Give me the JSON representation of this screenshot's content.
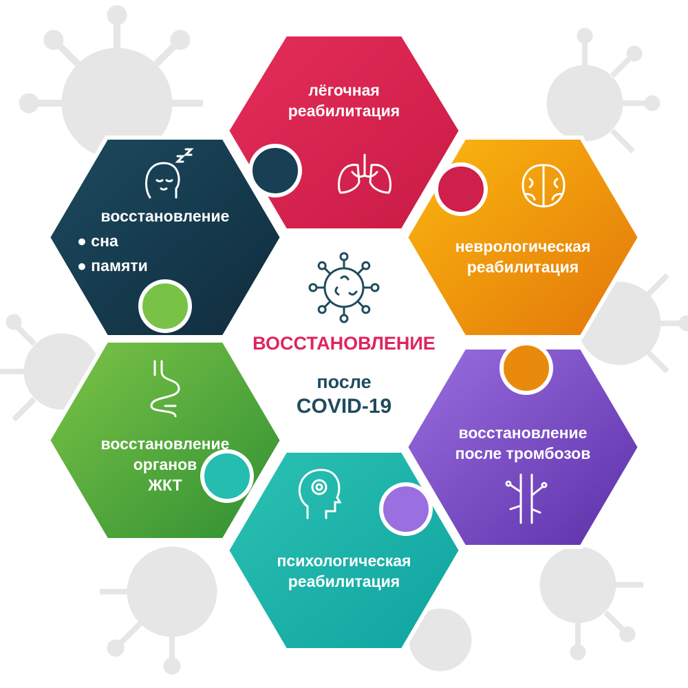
{
  "center": {
    "title": "ВОССТАНОВЛЕНИЕ",
    "line2": "после",
    "line3": "COVID-19",
    "icon": "virus-icon"
  },
  "segments": [
    {
      "id": "pulmonary",
      "lines": [
        "лёгочная",
        "реабилитация"
      ],
      "icon": "lungs-icon",
      "color": "#d8234f"
    },
    {
      "id": "neuro",
      "lines": [
        "неврологическая",
        "реабилитация"
      ],
      "icon": "brain-icon",
      "color": "#f09a0e"
    },
    {
      "id": "thrombosis",
      "lines": [
        "восстановление",
        "после тромбозов"
      ],
      "icon": "vessel-icon",
      "color": "#7a4cc6"
    },
    {
      "id": "psych",
      "lines": [
        "психологическая",
        "реабилитация"
      ],
      "icon": "head-spiral-icon",
      "color": "#1eb3a9"
    },
    {
      "id": "gi",
      "lines": [
        "восстановление",
        "органов",
        "ЖКТ"
      ],
      "icon": "stomach-icon",
      "color": "#4fa83a"
    },
    {
      "id": "sleep",
      "lines": [
        "восстановление",
        "● сна",
        "● памяти"
      ],
      "icon": "sleeping-head-icon",
      "color": "#163b4f"
    }
  ],
  "colors": {
    "title_red": "#e0245e",
    "title_dark": "#1f4b5e",
    "virus_bg": "#e6e6e6"
  }
}
